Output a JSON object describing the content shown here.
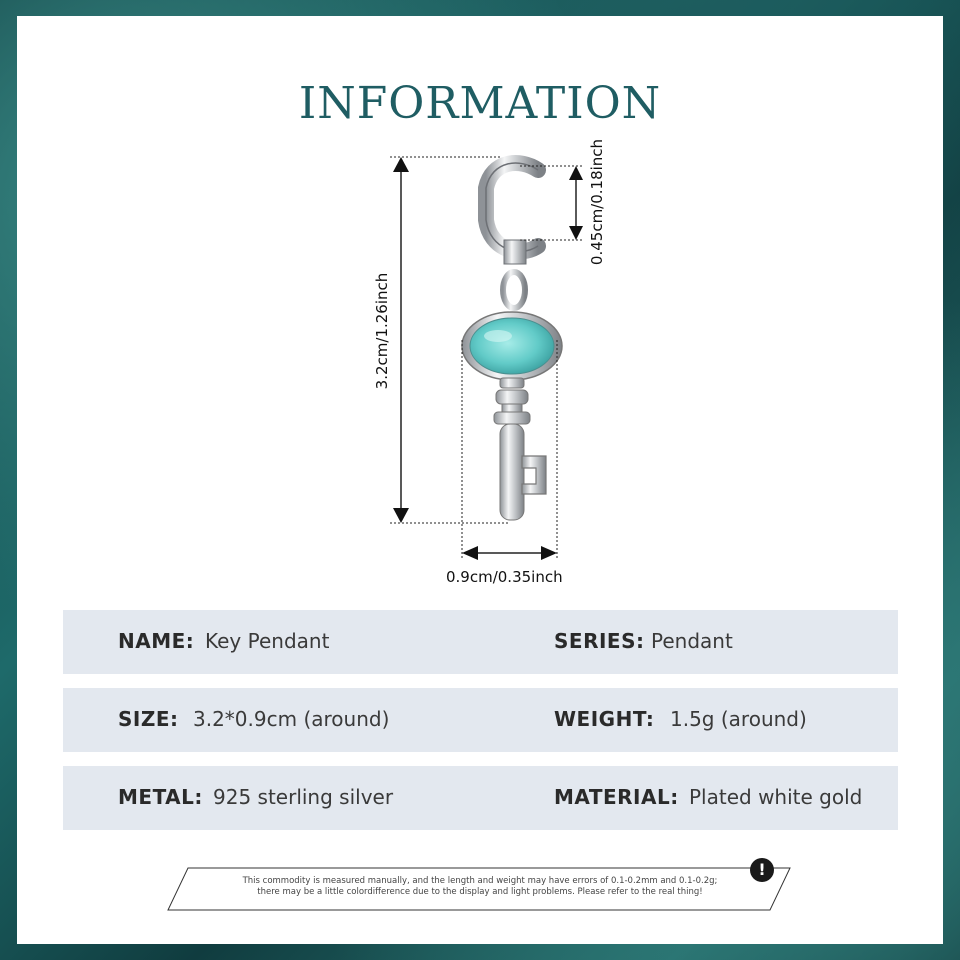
{
  "title": "INFORMATION",
  "dimensions": {
    "height": "3.2cm/1.26inch",
    "bail": "0.45cm/0.18inch",
    "width": "0.9cm/0.35inch"
  },
  "specs": {
    "name_label": "NAME:",
    "name_value": "Key Pendant",
    "series_label": "SERIES:",
    "series_value": "Pendant",
    "size_label": "SIZE:",
    "size_value": "3.2*0.9cm (around)",
    "weight_label": "WEIGHT:",
    "weight_value": "1.5g (around)",
    "metal_label": "METAL:",
    "metal_value": "925 sterling silver",
    "material_label": "MATERIAL:",
    "material_value": "Plated white gold"
  },
  "notice": {
    "line1": "This commodity is measured manually, and the length and weight may have errors of 0.1-0.2mm and 0.1-0.2g;",
    "line2": "there may be a little colordifference due to the display and light problems. Please refer to the real thing!",
    "icon": "exclamation-icon"
  },
  "colors": {
    "title": "#1f5d63",
    "row_bg": "#e3e8ef",
    "gem": "#6fd3d0",
    "frame": "#1e6a6a"
  }
}
